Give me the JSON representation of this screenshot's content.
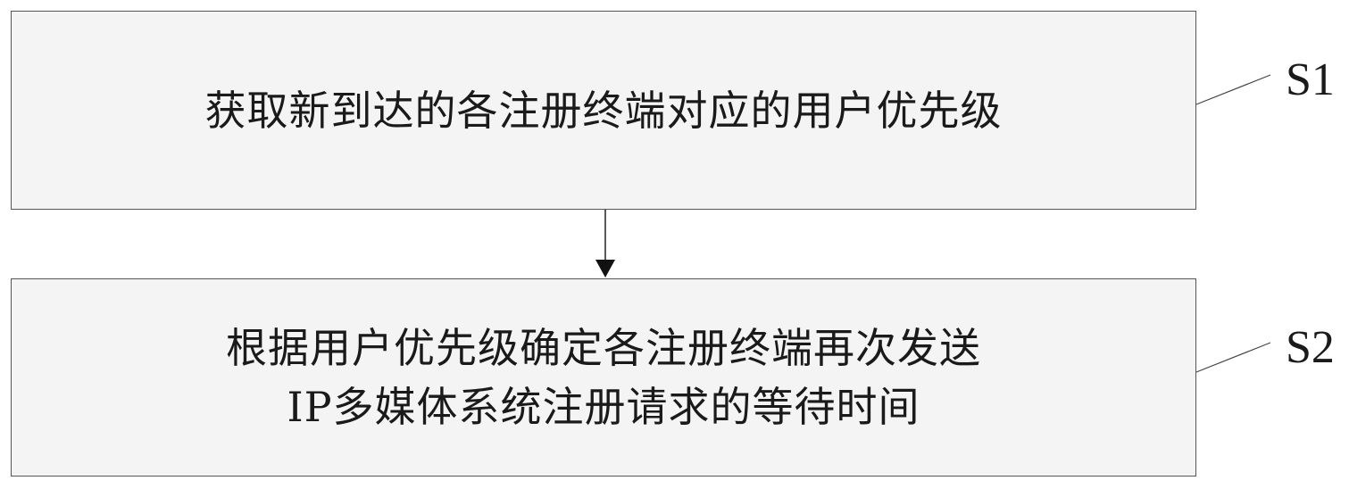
{
  "steps": [
    {
      "id": "S1",
      "label": "S1",
      "lines": [
        "获取新到达的各注册终端对应的用户优先级"
      ]
    },
    {
      "id": "S2",
      "label": "S2",
      "lines": [
        "根据用户优先级确定各注册终端再次发送",
        "IP多媒体系统注册请求的等待时间"
      ]
    }
  ]
}
